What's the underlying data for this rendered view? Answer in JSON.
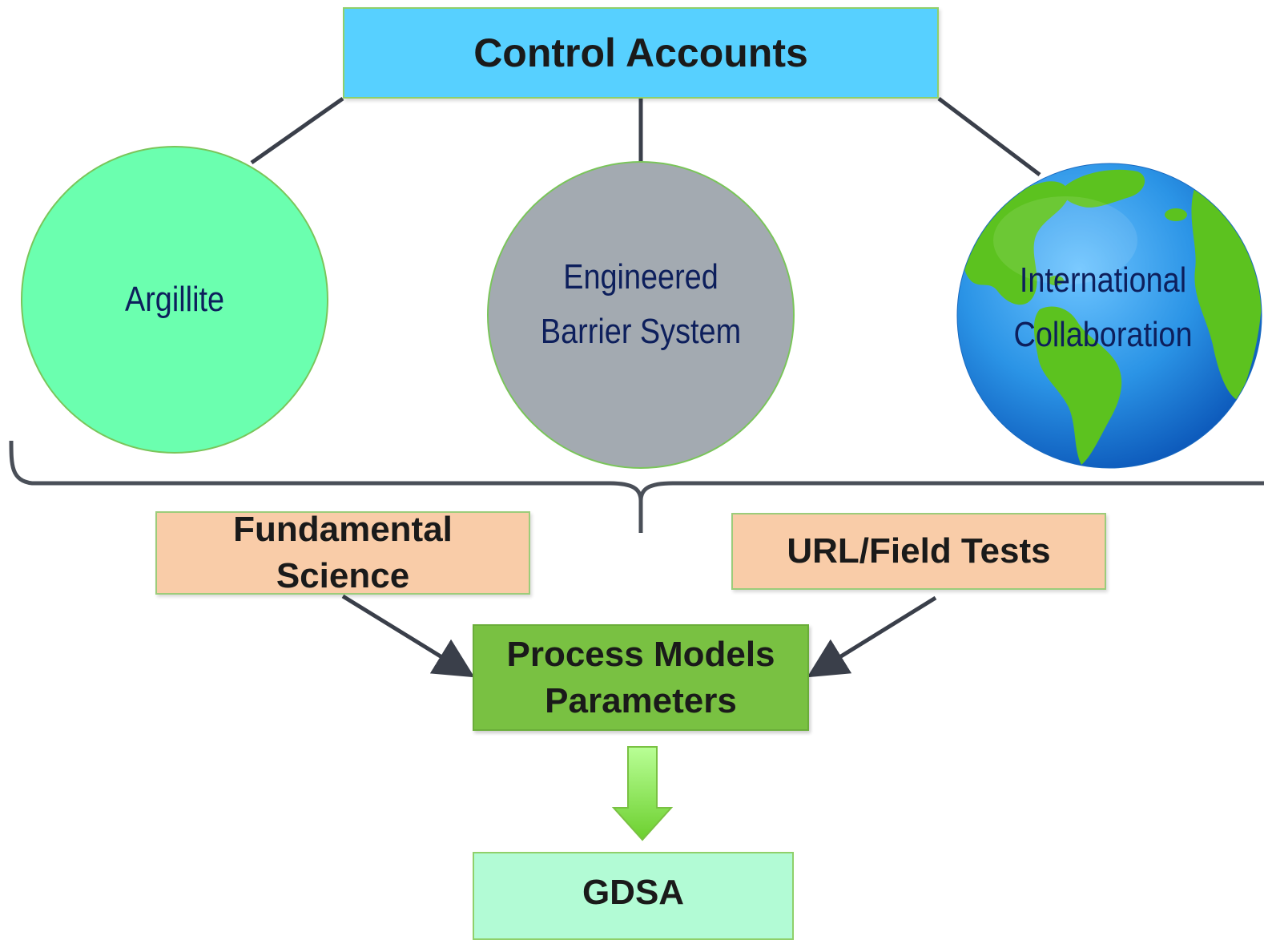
{
  "nodes": {
    "control_accounts": "Control Accounts",
    "argillite": "Argillite",
    "engineered_barrier": {
      "line1": "Engineered",
      "line2": "Barrier System"
    },
    "international_collaboration": {
      "line1": "International",
      "line2": "Collaboration"
    },
    "fundamental_science": {
      "line1": "Fundamental",
      "line2": "Science"
    },
    "url_field_tests": "URL/Field Tests",
    "process_models": {
      "line1": "Process Models",
      "line2": "Parameters"
    },
    "gdsa": "GDSA"
  },
  "icons": {
    "globe": "globe-icon",
    "down_arrow": "down-arrow-icon"
  },
  "colors": {
    "control_accounts": "#57d0ff",
    "argillite": "#6bffaf",
    "engineered_barrier": "#a3aab1",
    "globe_ocean": "#1f8fe0",
    "globe_land": "#5cc21f",
    "fundamental_science": "#f9cca8",
    "url_field_tests": "#f9cca8",
    "process_models": "#79c142",
    "gdsa": "#b2fbd5",
    "connector": "#3a3f4a",
    "label_text": "#0d1f5c"
  }
}
